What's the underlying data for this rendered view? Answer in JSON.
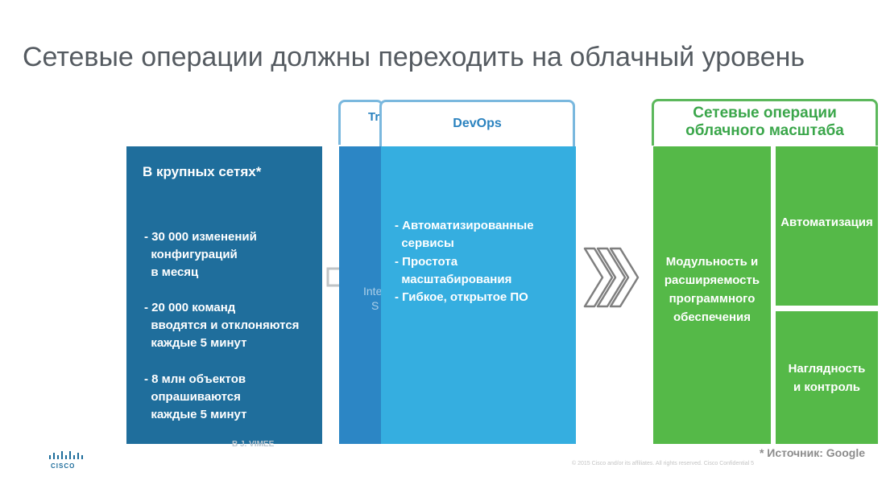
{
  "title": "Сетевые операции должны переходить на облачный уровень",
  "left_box": {
    "heading": "В крупных сетях*",
    "items": [
      "- 30 000 изменений\n  конфигураций\n  в месяц",
      "- 20 000 команд\n  вводятся и отклоняются\n  каждые 5 минут",
      "- 8 млн объектов\n  опрашиваются\n  каждые 5 минут"
    ],
    "color": "#1f6e9c"
  },
  "back_box": {
    "tab_label": "Tr",
    "fragment_1": "Inte",
    "fragment_2": "S",
    "under_fragment": "B J. VIMEE"
  },
  "devops": {
    "tab_label": "DevOps",
    "items": [
      "- Автоматизированные\n  сервисы",
      "- Простота\n  масштабирования",
      "- Гибкое, открытое ПО"
    ],
    "color": "#35aee0"
  },
  "green": {
    "header": "Сетевые операции\nоблачного масштаба",
    "main": "Модульность и\nрасширяемость\nпрограммного\nобеспечения",
    "top_right": "Автоматизация",
    "bottom_right": "Наглядность\nи контроль",
    "color": "#55b948"
  },
  "source": "* Источник: Google",
  "copyright": "© 2015  Cisco and/or its affiliates. All rights reserved.   Cisco Confidential        5",
  "logo": {
    "word": "CISCO",
    "icon": "cisco-logo"
  },
  "icons": {
    "plus": "plus-icon",
    "arrows": "chevron-right-icon"
  }
}
